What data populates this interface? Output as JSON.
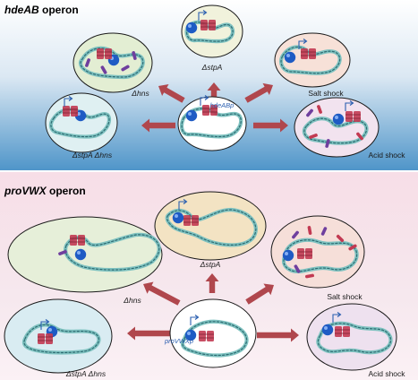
{
  "colors": {
    "dna_light": "#7fc2c0",
    "dna_dark": "#2e6c73",
    "rnap": "#1e5bc4",
    "promoter_box": "#c23a52",
    "arrow": "#b0474d",
    "protein_purple": "#6f3f9e",
    "protein_red": "#c23a52",
    "cell_center": "#ffffff",
    "top_stpA": "#f1f2dc",
    "top_hns": "#e3eed3",
    "top_salt": "#f7e1d8",
    "top_stpAhns": "#dff0f2",
    "top_acid": "#f2e3ef",
    "bot_stpA": "#f3e3c3",
    "bot_hns": "#e6efd9",
    "bot_salt": "#f6dfd9",
    "bot_stpAhns": "#d9ecf2",
    "bot_acid": "#eee1ef"
  },
  "top_panel": {
    "title_gene": "hdeAB",
    "title_rest": " operon",
    "center_label": "hdeABp",
    "labels": {
      "stpA": "ΔstpA",
      "hns": "Δhns",
      "salt": "Salt shock",
      "stpA_hns": "ΔstpA Δhns",
      "acid": "Acid shock"
    }
  },
  "bottom_panel": {
    "title_gene": "proVWX",
    "title_rest": " operon",
    "center_label": "proVWXp",
    "labels": {
      "stpA": "ΔstpA",
      "hns": "Δhns",
      "salt": "Salt shock",
      "stpA_hns": "ΔstpA Δhns",
      "acid": "Acid shock"
    }
  }
}
